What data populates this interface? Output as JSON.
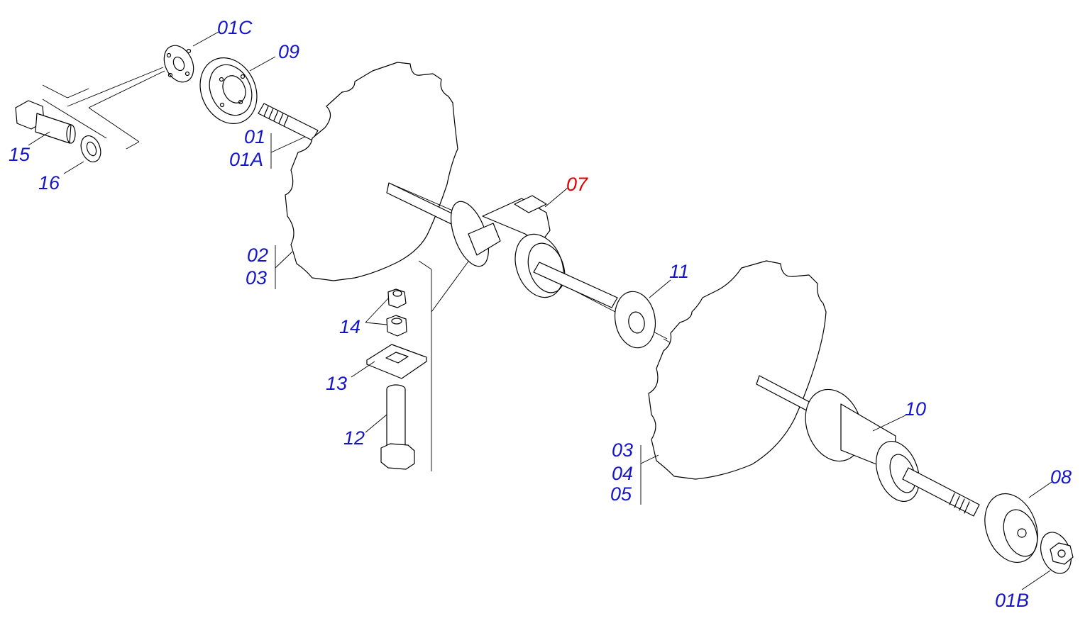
{
  "colors": {
    "label": "#1515c8",
    "highlight": "#e00000",
    "line": "#000000"
  },
  "labels": {
    "p01C": "01C",
    "p09": "09",
    "p01": "01",
    "p01A": "01A",
    "p15": "15",
    "p16": "16",
    "p07": "07",
    "p02": "02",
    "p03a": "03",
    "p11": "11",
    "p14": "14",
    "p13": "13",
    "p12": "12",
    "p10": "10",
    "p03b": "03",
    "p04": "04",
    "p05": "05",
    "p08": "08",
    "p01B": "01B"
  }
}
